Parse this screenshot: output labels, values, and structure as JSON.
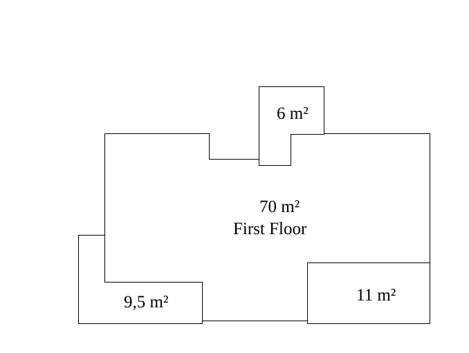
{
  "floor_plan": {
    "main_room": {
      "area": "70 m²",
      "name": "First Floor"
    },
    "rooms": [
      {
        "id": "top",
        "area": "6 m²"
      },
      {
        "id": "bottom-left",
        "area": "9,5 m²"
      },
      {
        "id": "bottom-right",
        "area": "11 m²"
      }
    ],
    "colors": {
      "line": "#000000",
      "background": "#ffffff"
    }
  }
}
